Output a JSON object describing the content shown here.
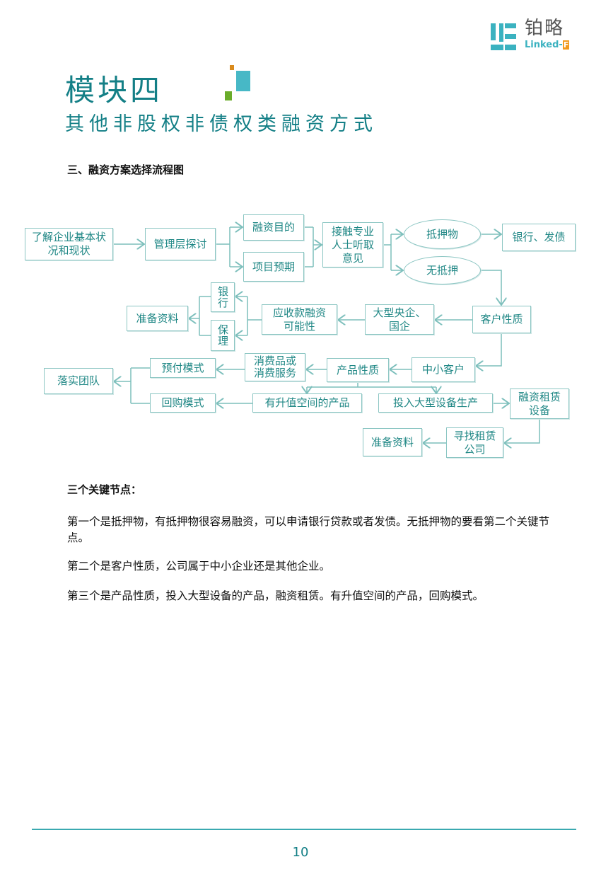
{
  "header": {
    "logo_cn": "铂略",
    "logo_en": "Linked-",
    "logo_en_badge": "F"
  },
  "title": "模块四",
  "subtitle": "其他非股权非债权类融资方式",
  "section_heading": "三、融资方案选择流程图",
  "flowchart": {
    "n1": "了解企业基本状况和现状",
    "n2": "管理层探讨",
    "n3": "融资目的",
    "n4": "项目预期",
    "n5": "接触专业人士听取意见",
    "n6": "抵押物",
    "n7": "银行、发债",
    "n8": "无抵押",
    "n9": "客户性质",
    "n10": "大型央企、国企",
    "n11": "应收款融资可能性",
    "n12": "银行",
    "n13": "保理",
    "n14": "准备资料",
    "n15": "中小客户",
    "n16": "产品性质",
    "n17": "消费品或消费服务",
    "n18": "预付模式",
    "n19": "落实团队",
    "n20": "回购模式",
    "n21": "有升值空间的产品",
    "n22": "投入大型设备生产",
    "n23": "融资租赁设备",
    "n24": "寻找租赁公司",
    "n25": "准备资料"
  },
  "key_points_heading": "三个关键节点：",
  "paragraphs": [
    "第一个是抵押物，有抵押物很容易融资，可以申请银行贷款或者发债。无抵押物的要看第二个关键节点。",
    "第二个是客户性质，公司属于中小企业还是其他企业。",
    "第三个是产品性质，投入大型设备的产品，融资租赁。有升值空间的产品，回购模式。"
  ],
  "page_number": "10"
}
